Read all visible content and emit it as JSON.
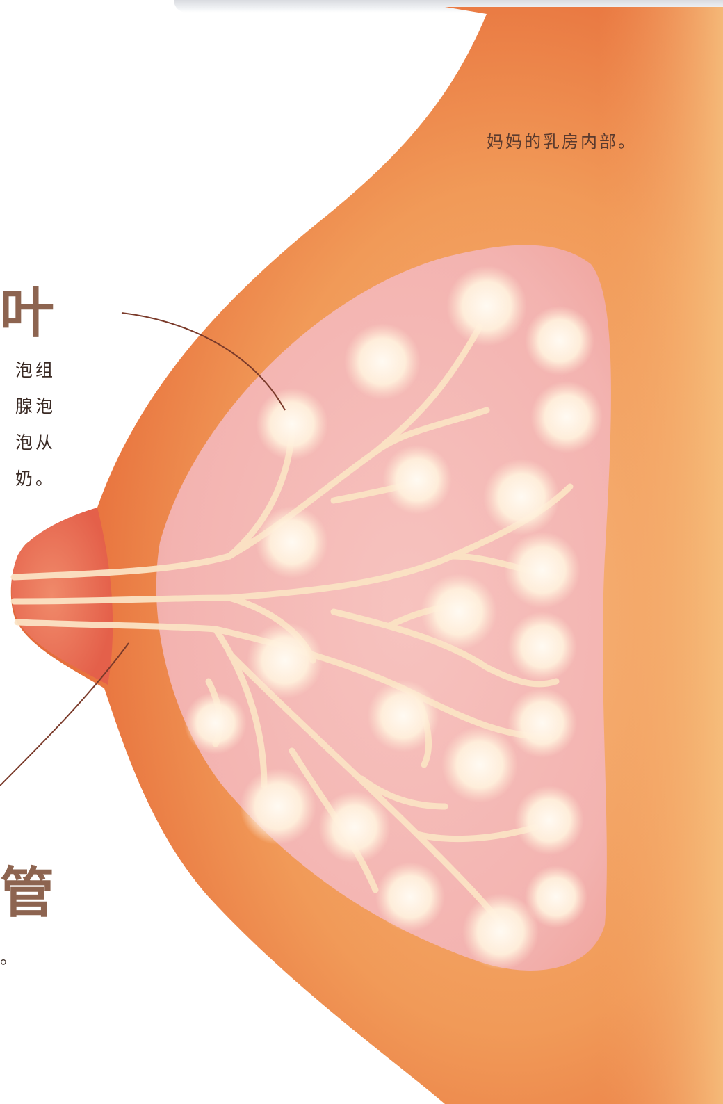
{
  "caption": "妈妈的乳房内部。",
  "lobe_section": {
    "title": "叶",
    "lines": [
      "泡组",
      "腺泡",
      "泡从",
      "奶。"
    ]
  },
  "duct_section": {
    "title": "管",
    "lines": [
      "。"
    ]
  },
  "colors": {
    "skin_outer": "#e8733e",
    "skin_inner": "#f4a062",
    "gland_pink": "#f3b3b0",
    "alveoli": "#fff4e6",
    "text": "#3a2a24",
    "heading": "#7a4a32"
  }
}
